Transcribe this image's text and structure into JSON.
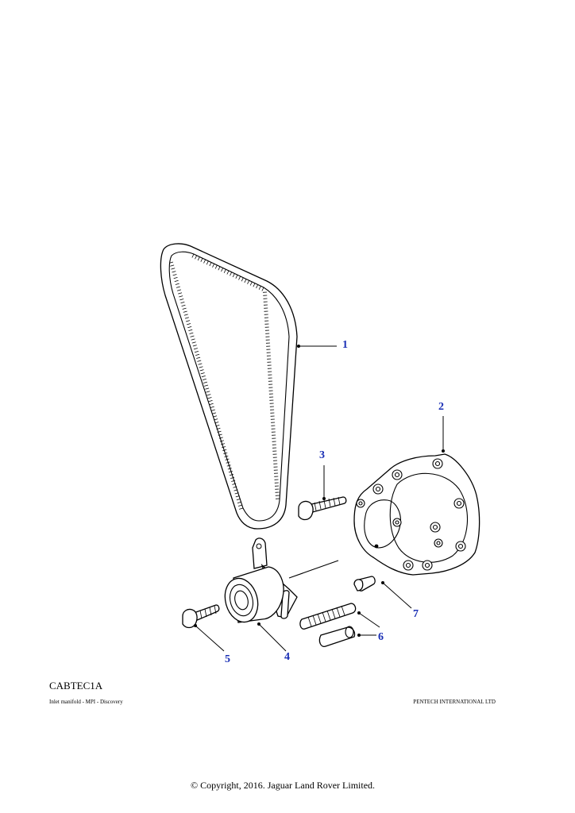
{
  "callouts": {
    "c1": "1",
    "c2": "2",
    "c3": "3",
    "c4": "4",
    "c5": "5",
    "c6": "6",
    "c7": "7"
  },
  "drawing_code": "CABTEC1A",
  "footer_left": "Inlet manifold - MPI - Discovery",
  "footer_right": "PENTECH INTERNATIONAL LTD",
  "copyright": "© Copyright, 2016. Jaguar Land Rover Limited."
}
